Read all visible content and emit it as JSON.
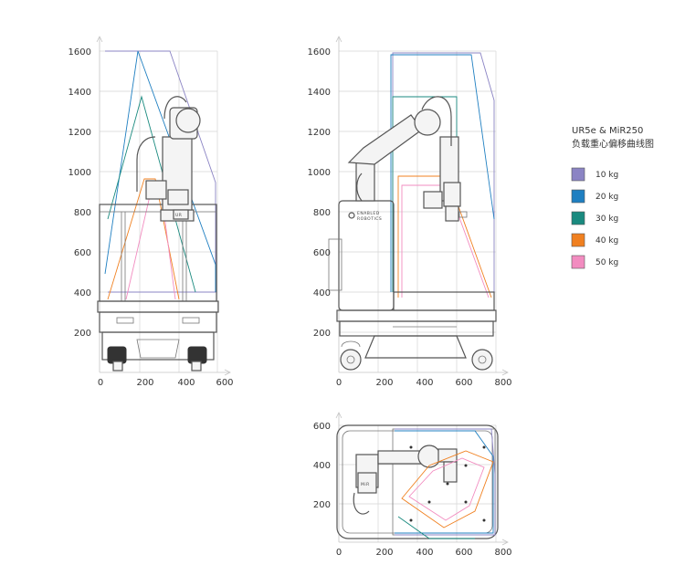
{
  "legend": {
    "title_line1": "UR5e & MiR250",
    "title_line2": "负载重心偏移曲线图",
    "items": [
      {
        "label": "10 kg",
        "color": "#8b84c4"
      },
      {
        "label": "20 kg",
        "color": "#1f7fc1"
      },
      {
        "label": "30 kg",
        "color": "#1a8a7f"
      },
      {
        "label": "40 kg",
        "color": "#f08020"
      },
      {
        "label": "50 kg",
        "color": "#f28cc0"
      }
    ]
  },
  "robot_badge": {
    "line1": "ENABLED",
    "line2": "ROBOTICS"
  },
  "top_badge": "MiR",
  "front_view": {
    "x_ticks": [
      "0",
      "200",
      "400",
      "600"
    ],
    "y_ticks": [
      "200",
      "400",
      "600",
      "800",
      "1000",
      "1200",
      "1400",
      "1600"
    ]
  },
  "side_view": {
    "x_ticks": [
      "0",
      "200",
      "400",
      "600",
      "800"
    ],
    "y_ticks": [
      "200",
      "400",
      "600",
      "800",
      "1000",
      "1200",
      "1400",
      "1600"
    ]
  },
  "top_view": {
    "x_ticks": [
      "0",
      "200",
      "400",
      "600",
      "800"
    ],
    "y_ticks": [
      "200",
      "400",
      "600"
    ]
  }
}
